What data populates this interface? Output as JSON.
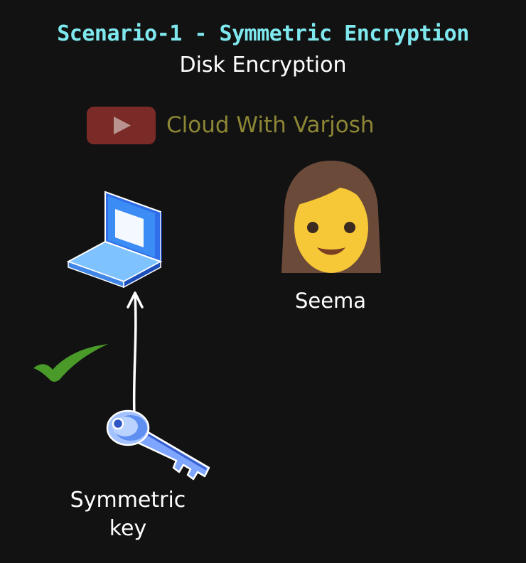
{
  "header": {
    "title": "Scenario-1 - Symmetric Encryption",
    "subtitle": "Disk Encryption"
  },
  "branding": {
    "channel_name": "Cloud With Varjosh",
    "icon": "youtube-play-icon",
    "colors": {
      "badge": "#7a2b27",
      "text": "#8d8634"
    }
  },
  "diagram": {
    "nodes": {
      "laptop": {
        "icon": "laptop-icon"
      },
      "person": {
        "icon": "woman-face-icon",
        "label": "Seema"
      },
      "key": {
        "icon": "key-icon",
        "label_line1": "Symmetric",
        "label_line2": "key"
      },
      "check": {
        "icon": "checkmark-icon",
        "color": "#4a9a2a"
      }
    },
    "edges": [
      {
        "from": "key",
        "to": "laptop",
        "style": "arrow"
      }
    ]
  },
  "colors": {
    "background": "#121212",
    "title": "#7fe8ee",
    "text": "#ffffff"
  }
}
